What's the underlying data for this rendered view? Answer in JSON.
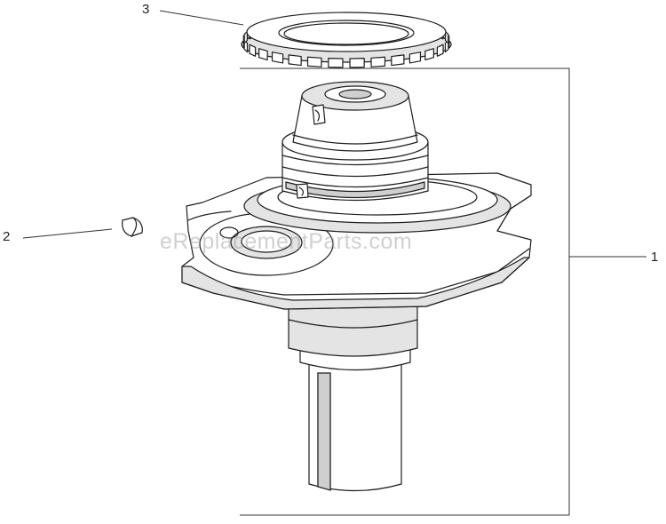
{
  "diagram": {
    "callouts": [
      {
        "id": "3",
        "label": "3",
        "part": "gear"
      },
      {
        "id": "2",
        "label": "2",
        "part": "key"
      },
      {
        "id": "1",
        "label": "1",
        "part": "crankshaft-assembly"
      }
    ],
    "watermark": "eReplacementParts.com"
  },
  "colors": {
    "line": "#1e1e1e",
    "shade": "#e4e4e4",
    "background": "#ffffff"
  }
}
